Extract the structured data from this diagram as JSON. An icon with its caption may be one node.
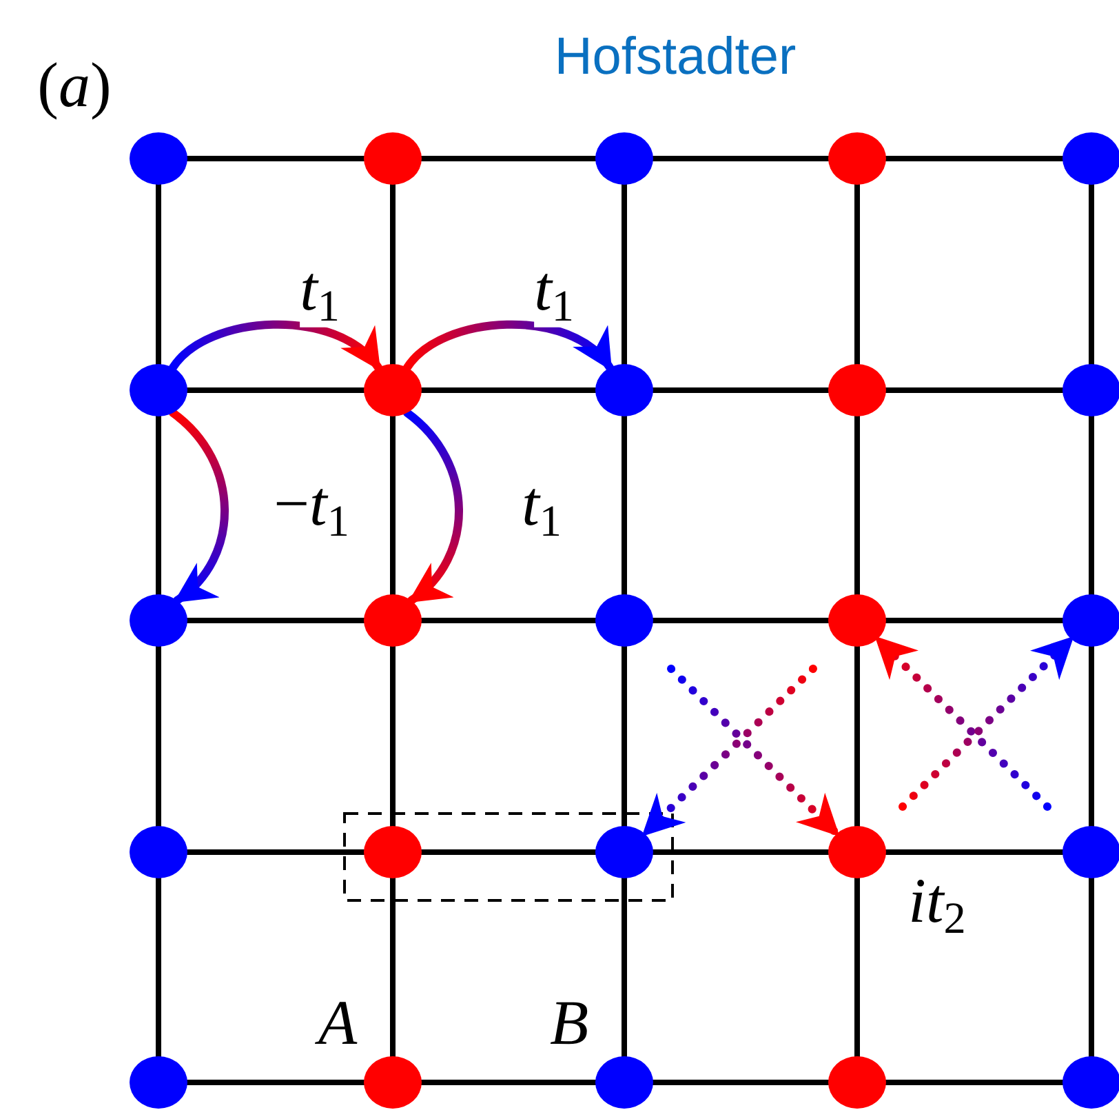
{
  "diagram": {
    "title": "Hofstadter",
    "nodes": [
      {
        "text": [],
        "shape": "circle"
      },
      {
        "text": [],
        "shape": "circle"
      },
      {
        "text": [],
        "shape": "circle"
      },
      {
        "text": [],
        "shape": "circle"
      },
      {
        "text": [],
        "shape": "circle"
      },
      {
        "text": [],
        "shape": "circle"
      },
      {
        "text": [],
        "shape": "circle"
      },
      {
        "text": [],
        "shape": "circle"
      },
      {
        "text": [],
        "shape": "circle"
      },
      {
        "text": [],
        "shape": "circle"
      },
      {
        "text": [],
        "shape": "circle"
      },
      {
        "text": [],
        "shape": "circle"
      },
      {
        "text": [],
        "shape": "circle"
      },
      {
        "text": [],
        "shape": "circle"
      },
      {
        "text": [],
        "shape": "circle"
      },
      {
        "text": [],
        "shape": "circle"
      },
      {
        "text": [],
        "shape": "circle"
      },
      {
        "text": [],
        "shape": "circle"
      },
      {
        "text": [],
        "shape": "circle"
      },
      {
        "text": [],
        "shape": "circle"
      },
      {
        "text": [],
        "shape": "circle"
      },
      {
        "text": [],
        "shape": "circle"
      },
      {
        "text": [],
        "shape": "circle"
      },
      {
        "text": [],
        "shape": "circle"
      },
      {
        "text": [],
        "shape": "circle"
      }
    ],
    "edges": [
      {
        "from": 0,
        "to": 1,
        "arrow": "none"
      },
      {
        "from": 1,
        "to": 2,
        "arrow": "none"
      },
      {
        "from": 2,
        "to": 3,
        "arrow": "none"
      },
      {
        "from": 3,
        "to": 4,
        "arrow": "none"
      },
      {
        "from": 5,
        "to": 6,
        "arrow": "none"
      },
      {
        "from": 6,
        "to": 7,
        "arrow": "none"
      },
      {
        "from": 7,
        "to": 8,
        "arrow": "none"
      },
      {
        "from": 8,
        "to": 9,
        "arrow": "none"
      },
      {
        "from": 10,
        "to": 11,
        "arrow": "none"
      },
      {
        "from": 11,
        "to": 12,
        "arrow": "none"
      },
      {
        "from": 12,
        "to": 13,
        "arrow": "none"
      },
      {
        "from": 13,
        "to": 14,
        "arrow": "none"
      },
      {
        "from": 15,
        "to": 16,
        "arrow": "none"
      },
      {
        "from": 16,
        "to": 17,
        "arrow": "none"
      },
      {
        "from": 17,
        "to": 18,
        "arrow": "none"
      },
      {
        "from": 18,
        "to": 19,
        "arrow": "none"
      },
      {
        "from": 20,
        "to": 21,
        "arrow": "none"
      },
      {
        "from": 21,
        "to": 22,
        "arrow": "none"
      },
      {
        "from": 22,
        "to": 23,
        "arrow": "none"
      },
      {
        "from": 23,
        "to": 24,
        "arrow": "none"
      },
      {
        "from": 0,
        "to": 5,
        "arrow": "none"
      },
      {
        "from": 1,
        "to": 6,
        "arrow": "none"
      },
      {
        "from": 2,
        "to": 7,
        "arrow": "none"
      },
      {
        "from": 3,
        "to": 8,
        "arrow": "none"
      },
      {
        "from": 4,
        "to": 9,
        "arrow": "none"
      },
      {
        "from": 5,
        "to": 10,
        "arrow": "none"
      },
      {
        "from": 6,
        "to": 11,
        "arrow": "none"
      },
      {
        "from": 7,
        "to": 12,
        "arrow": "none"
      },
      {
        "from": 8,
        "to": 13,
        "arrow": "none"
      },
      {
        "from": 9,
        "to": 14,
        "arrow": "none"
      },
      {
        "from": 10,
        "to": 15,
        "arrow": "none"
      },
      {
        "from": 11,
        "to": 16,
        "arrow": "none"
      },
      {
        "from": 12,
        "to": 17,
        "arrow": "none"
      },
      {
        "from": 13,
        "to": 18,
        "arrow": "none"
      },
      {
        "from": 14,
        "to": 19,
        "arrow": "none"
      },
      {
        "from": 15,
        "to": 20,
        "arrow": "none"
      },
      {
        "from": 16,
        "to": 21,
        "arrow": "none"
      },
      {
        "from": 17,
        "to": 22,
        "arrow": "none"
      },
      {
        "from": 18,
        "to": 23,
        "arrow": "none"
      },
      {
        "from": 19,
        "to": 24,
        "arrow": "none"
      },
      {
        "from": 5,
        "to": 6,
        "arrow": "to",
        "label": "*t*$_{1}$",
        "style": "thick",
        "color": "#ff0000"
      },
      {
        "from": 6,
        "to": 7,
        "arrow": "to",
        "label": "*t*$_{1}$",
        "style": "thick",
        "color": "#0000ff"
      },
      {
        "from": 5,
        "to": 10,
        "arrow": "to",
        "label": "−*t*$_{1}$",
        "style": "thick",
        "color": "#0000ff"
      },
      {
        "from": 6,
        "to": 11,
        "arrow": "to",
        "label": "*t*$_{1}$",
        "style": "thick",
        "color": "#ff0000"
      },
      {
        "from": null,
        "to": 17,
        "arrow": "to",
        "style": "dashed",
        "color": "#0000ff"
      },
      {
        "from": null,
        "to": 18,
        "arrow": "to",
        "style": "dashed",
        "color": "#ff0000"
      },
      {
        "from": null,
        "to": 13,
        "arrow": "to",
        "style": "dashed",
        "color": "#ff0000"
      },
      {
        "from": null,
        "to": 14,
        "arrow": "to",
        "style": "dashed",
        "color": "#0000ff"
      }
    ],
    "labels": [
      "(*a*)",
      "*it*$_{2}$",
      "A",
      "B"
    ]
  }
}
